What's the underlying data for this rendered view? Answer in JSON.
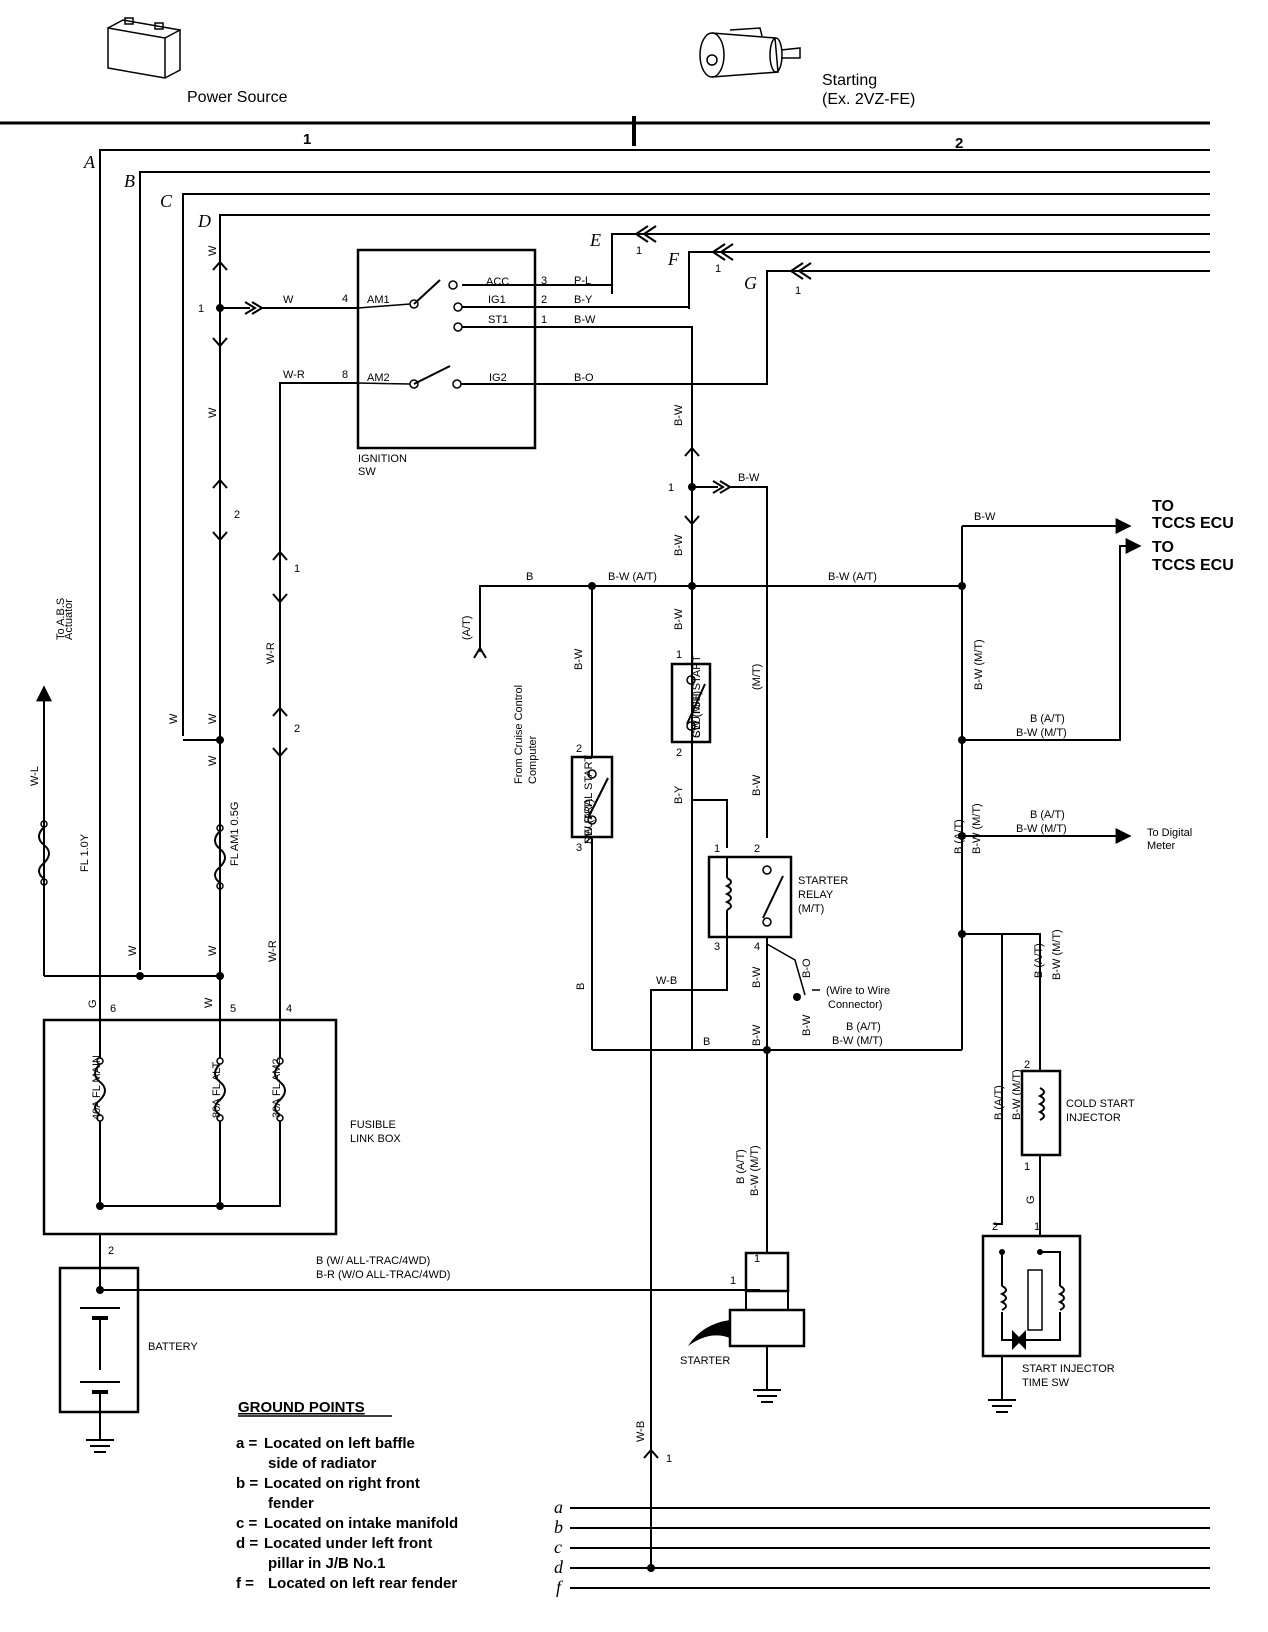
{
  "header": {
    "power_source": "Power Source",
    "starting": "Starting",
    "starting_sub": "(Ex. 2VZ-FE)",
    "section_1": "1",
    "section_2": "2"
  },
  "bus_letters": [
    "A",
    "B",
    "C",
    "D",
    "E",
    "F",
    "G"
  ],
  "ground_letters": [
    "a",
    "b",
    "c",
    "d",
    "f"
  ],
  "ignition_sw": {
    "label_1": "IGNITION",
    "label_2": "SW",
    "terminals": [
      "ACC",
      "IG1",
      "ST1",
      "AM1",
      "AM2",
      "IG2"
    ],
    "pins": [
      "4",
      "8",
      "3",
      "2",
      "1"
    ]
  },
  "wires": {
    "w": "W",
    "wr": "W-R",
    "pl": "P-L",
    "by": "B-Y",
    "bw": "B-W",
    "bo": "B-O",
    "b": "B",
    "wb": "W-B",
    "wl": "W-L",
    "g": "G",
    "bw_at": "B-W (A/T)",
    "at": "(A/T)",
    "mt": "(M/T)",
    "bw_mt": "B-W (M/T)",
    "b_at": "B (A/T)"
  },
  "connector_nums": [
    "1",
    "2"
  ],
  "fuses": {
    "fl_10y": "FL 1.0Y",
    "fl_am1": "FL AM1 0.5G",
    "fl_main": "40A FL MAIN",
    "fl_alt": "80A FL ALT",
    "fl_am2": "30A FL AM2",
    "box_1": "FUSIBLE",
    "box_2": "LINK BOX",
    "pins": [
      "6",
      "5",
      "4",
      "2"
    ]
  },
  "components": {
    "battery": "BATTERY",
    "starter": "STARTER",
    "starter_relay": [
      "STARTER",
      "RELAY",
      "(M/T)"
    ],
    "neutral_start": [
      "NEUTRAL START",
      "SW (A/T)"
    ],
    "clutch_start": [
      "CLUTCH START",
      "SW (M/T)"
    ],
    "cold_start": [
      "COLD START",
      "INJECTOR"
    ],
    "start_injector": [
      "START INJECTOR",
      "TIME SW"
    ],
    "wire_connector": [
      "(Wire to Wire",
      "Connector)"
    ]
  },
  "destinations": {
    "abs": [
      "To A.B.S",
      "Actuator"
    ],
    "cruise": [
      "From Cruise Control",
      "Computer"
    ],
    "tccs_1": [
      "TO",
      "TCCS ECU"
    ],
    "tccs_2": [
      "TO",
      "TCCS ECU"
    ],
    "digital": [
      "To Digital",
      "Meter"
    ]
  },
  "starter_feed": [
    "B (W/ ALL-TRAC/4WD)",
    "B-R (W/O ALL-TRAC/4WD)"
  ],
  "ground_points": {
    "title": "GROUND POINTS",
    "items": [
      {
        "key": "a =",
        "text": "Located on left baffle",
        "text2": "side of radiator"
      },
      {
        "key": "b =",
        "text": "Located on right front",
        "text2": "fender"
      },
      {
        "key": "c =",
        "text": "Located on intake manifold",
        "text2": ""
      },
      {
        "key": "d =",
        "text": "Located under left front",
        "text2": "pillar in J/B No.1"
      },
      {
        "key": "f =",
        "text": "Located on left rear fender",
        "text2": ""
      }
    ]
  }
}
